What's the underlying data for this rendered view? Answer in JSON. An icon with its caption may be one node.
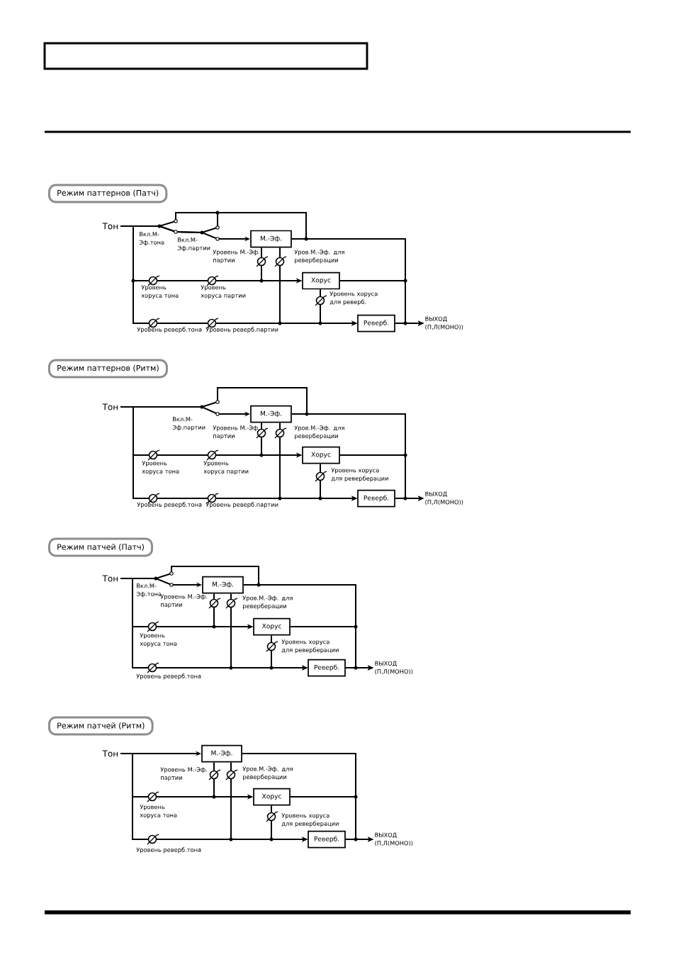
{
  "diagram": {
    "nodes": [
      {
        "text": [
          "Режим паттернов (Патч)"
        ]
      },
      {
        "text": [
          "Тон"
        ]
      },
      {
        "text": [
          "М.-Эф."
        ]
      },
      {
        "text": [
          "Хорус"
        ]
      },
      {
        "text": [
          "Реверб."
        ]
      },
      {
        "text": [
          "ВЫХОД (П,Л(МОНО))"
        ]
      },
      {
        "text": [
          "Режим паттернов (Ритм)"
        ]
      },
      {
        "text": [
          "Тон"
        ]
      },
      {
        "text": [
          "М.-Эф."
        ]
      },
      {
        "text": [
          "Хорус"
        ]
      },
      {
        "text": [
          "Реверб."
        ]
      },
      {
        "text": [
          "ВЫХОД (П,Л(МОНО))"
        ]
      },
      {
        "text": [
          "Режим патчей (Патч)"
        ]
      },
      {
        "text": [
          "Тон"
        ]
      },
      {
        "text": [
          "М.-Эф."
        ]
      },
      {
        "text": [
          "Хорус"
        ]
      },
      {
        "text": [
          "Реверб."
        ]
      },
      {
        "text": [
          "ВЫХОД (П,Л(МОНО))"
        ]
      },
      {
        "text": [
          "Режим патчей (Ритм)"
        ]
      },
      {
        "text": [
          "Тон"
        ]
      },
      {
        "text": [
          "М.-Эф."
        ]
      },
      {
        "text": [
          "Хорус"
        ]
      },
      {
        "text": [
          "Реверб."
        ]
      },
      {
        "text": [
          "ВЫХОД (П,Л(МОНО))"
        ]
      }
    ],
    "edges": [
      {
        "from": 1,
        "to": 2,
        "arrow": "to"
      },
      {
        "from": 1,
        "to": 5,
        "arrow": "to"
      },
      {
        "from": 1,
        "to": 5,
        "arrow": "to"
      },
      {
        "from": 1,
        "to": 3,
        "arrow": "to"
      },
      {
        "from": 1,
        "to": 4,
        "arrow": "to"
      },
      {
        "from": 2,
        "to": 3,
        "arrow": "to"
      },
      {
        "from": 2,
        "to": 4,
        "arrow": "to"
      },
      {
        "from": 3,
        "to": 4,
        "arrow": "to"
      },
      {
        "from": 2,
        "to": 5,
        "arrow": "to"
      },
      {
        "from": 3,
        "to": 5,
        "arrow": "to"
      },
      {
        "from": 4,
        "to": 5,
        "arrow": "to"
      },
      {
        "from": 7,
        "to": 8,
        "arrow": "to"
      },
      {
        "from": 7,
        "to": 11,
        "arrow": "to"
      },
      {
        "from": 7,
        "to": 9,
        "arrow": "to"
      },
      {
        "from": 7,
        "to": 10,
        "arrow": "to"
      },
      {
        "from": 8,
        "to": 9,
        "arrow": "to"
      },
      {
        "from": 8,
        "to": 10,
        "arrow": "to"
      },
      {
        "from": 9,
        "to": 10,
        "arrow": "to"
      },
      {
        "from": 8,
        "to": 11,
        "arrow": "to"
      },
      {
        "from": 9,
        "to": 11,
        "arrow": "to"
      },
      {
        "from": 10,
        "to": 11,
        "arrow": "to"
      },
      {
        "from": 13,
        "to": 14,
        "arrow": "to"
      },
      {
        "from": 13,
        "to": 17,
        "arrow": "to"
      },
      {
        "from": 13,
        "to": 15,
        "arrow": "to"
      },
      {
        "from": 13,
        "to": 16,
        "arrow": "to"
      },
      {
        "from": 14,
        "to": 15,
        "arrow": "to"
      },
      {
        "from": 14,
        "to": 16,
        "arrow": "to"
      },
      {
        "from": 15,
        "to": 16,
        "arrow": "to"
      },
      {
        "from": 14,
        "to": 17,
        "arrow": "to"
      },
      {
        "from": 15,
        "to": 17,
        "arrow": "to"
      },
      {
        "from": 16,
        "to": 17,
        "arrow": "to"
      },
      {
        "from": 19,
        "to": 20,
        "arrow": "to"
      },
      {
        "from": 19,
        "to": 21,
        "arrow": "to"
      },
      {
        "from": 19,
        "to": 22,
        "arrow": "to"
      },
      {
        "from": 20,
        "to": 21,
        "arrow": "to"
      },
      {
        "from": 20,
        "to": 22,
        "arrow": "to"
      },
      {
        "from": 21,
        "to": 22,
        "arrow": "to"
      },
      {
        "from": 20,
        "to": 23,
        "arrow": "to"
      },
      {
        "from": 21,
        "to": 23,
        "arrow": "to"
      },
      {
        "from": 22,
        "to": 23,
        "arrow": "to"
      }
    ],
    "labels": [
      "Вкл.М-Эф.тона",
      "Вкл.М-Эф.партии",
      "Уровень М.-Эф. партии",
      "Уров.М.-Эф. для реверберации",
      "Уровень хоруса тона",
      "Уровень хоруса партии",
      "Уровень хоруса для реверб.",
      "Уровень реверб.тона",
      "Уровень реверб.партии",
      "Вкл.М-Эф.партии",
      "Уровень М.-Эф. партии",
      "Уров.М.-Эф. для реверберации",
      "Уровень хоруса тона",
      "Уровень хоруса партии",
      "Уровень хоруса для реверберации",
      "Уровень реверб.тона",
      "Уровень реверб.партии",
      "Вкл.М-Эф.тона",
      "Уровень М.-Эф. партии",
      "Уров.М.-Эф. для реверберации",
      "Уровень хоруса тона",
      "Уровень хоруса для реверберации",
      "Уровень реверб.тона",
      "Уровень М.-Эф. партии",
      "Уров.М.-Эф. для реверберации",
      "Уровень хоруса тона",
      "Уровень хоруса для реверберации",
      "Уровень реверб.тона"
    ]
  }
}
